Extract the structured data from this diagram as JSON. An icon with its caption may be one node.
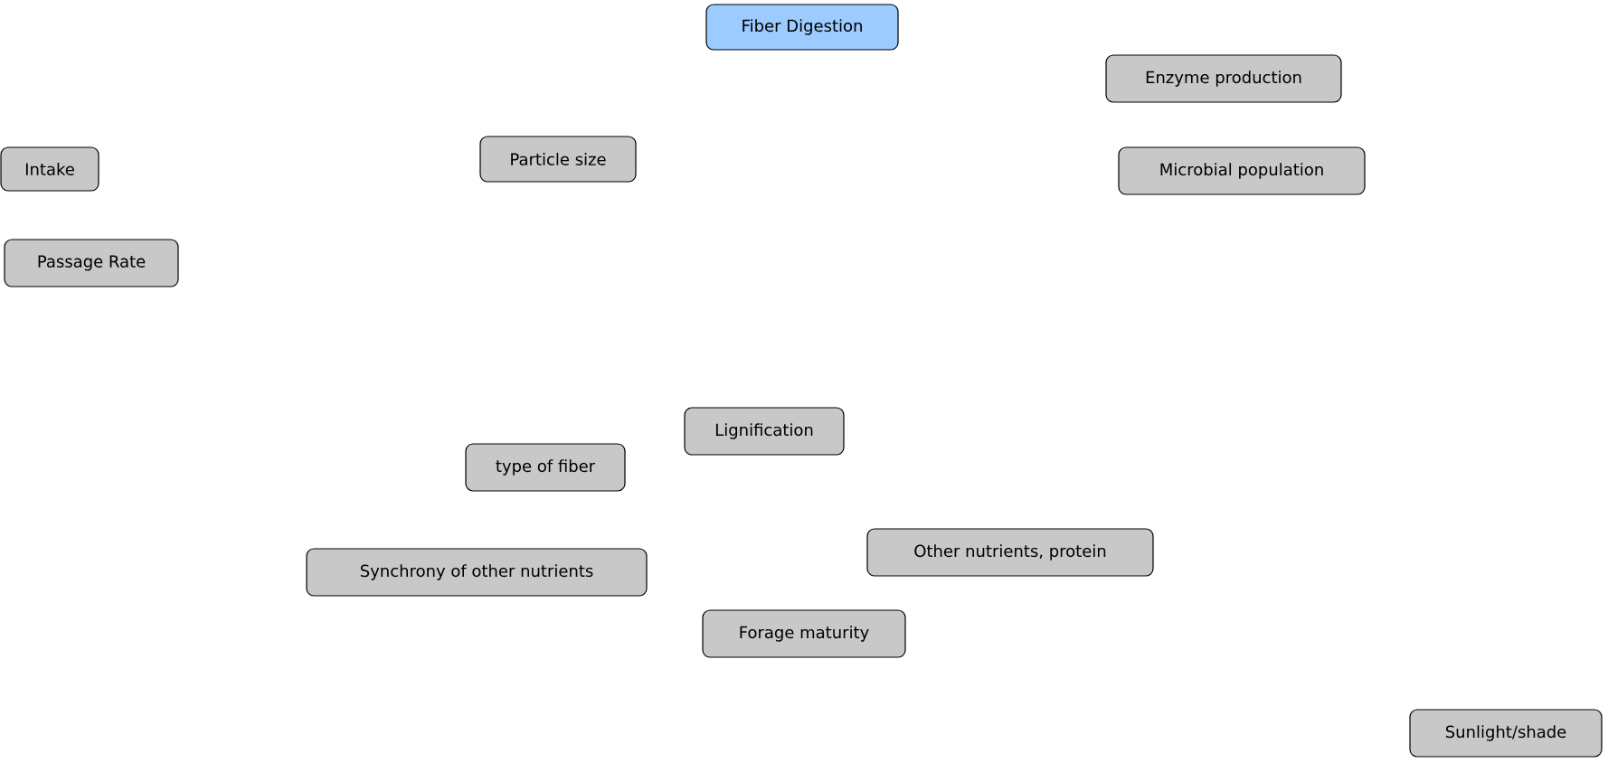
{
  "diagram": {
    "nodes": [
      {
        "text": [
          "Fiber Digestion"
        ]
      },
      {
        "text": [
          "Enzyme production"
        ]
      },
      {
        "text": [
          "Intake"
        ]
      },
      {
        "text": [
          "Particle size"
        ]
      },
      {
        "text": [
          "Microbial population"
        ]
      },
      {
        "text": [
          "Passage Rate"
        ]
      },
      {
        "text": [
          "Lignification"
        ]
      },
      {
        "text": [
          "type of fiber"
        ]
      },
      {
        "text": [
          "Other nutrients, protein"
        ]
      },
      {
        "text": [
          "Synchrony of other nutrients"
        ]
      },
      {
        "text": [
          "Forage maturity"
        ]
      },
      {
        "text": [
          "Sunlight/shade"
        ]
      }
    ]
  }
}
